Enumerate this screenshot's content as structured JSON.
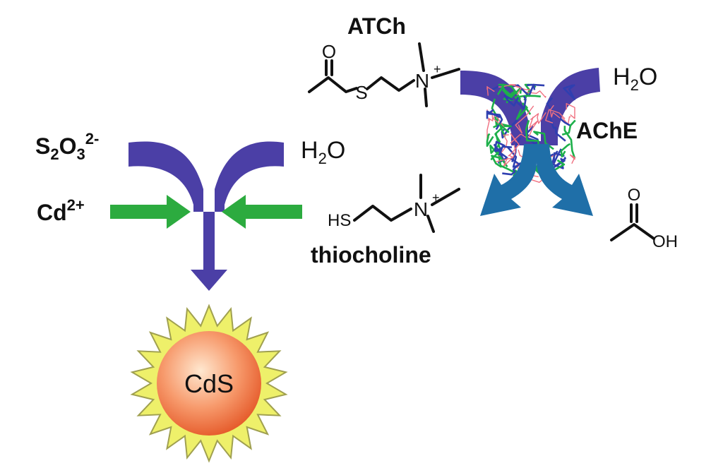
{
  "colors": {
    "purple_arrow": "#4b3fa6",
    "green_arrow": "#2cab3f",
    "blue_arrow": "#1f6fa8",
    "starburst_fill": "#eef06a",
    "starburst_stroke": "#a0a050",
    "sphere_center": "#ffe8d0",
    "sphere_edge": "#e55a2a",
    "enzyme_helix": "#2f3fb0",
    "enzyme_sheet": "#1db04a",
    "enzyme_coil": "#f07080"
  },
  "left_reaction": {
    "thiosulfate": {
      "main": "S",
      "sub1": "2",
      "mid": "O",
      "sub2": "3",
      "sup": "2-"
    },
    "cadmium": {
      "main": "Cd",
      "sup": "2+"
    },
    "water": {
      "a": "H",
      "sub": "2",
      "b": "O"
    },
    "product": "CdS"
  },
  "right_reaction": {
    "substrate": "ATCh",
    "water": {
      "a": "H",
      "sub": "2",
      "b": "O"
    },
    "enzyme": "AChE",
    "product_1": "thiocholine",
    "atoms": {
      "oxygen": "O",
      "sulfur": "S",
      "nitrogen": "N",
      "plus": "+",
      "thiol": "HS",
      "acid_oxygen": "O",
      "hydroxyl": "OH"
    }
  },
  "icons": [
    "purple-merge-arrow-icon",
    "green-arrow-icon",
    "blue-split-arrow-icon",
    "starburst-icon",
    "enzyme-ribbon-icon"
  ]
}
